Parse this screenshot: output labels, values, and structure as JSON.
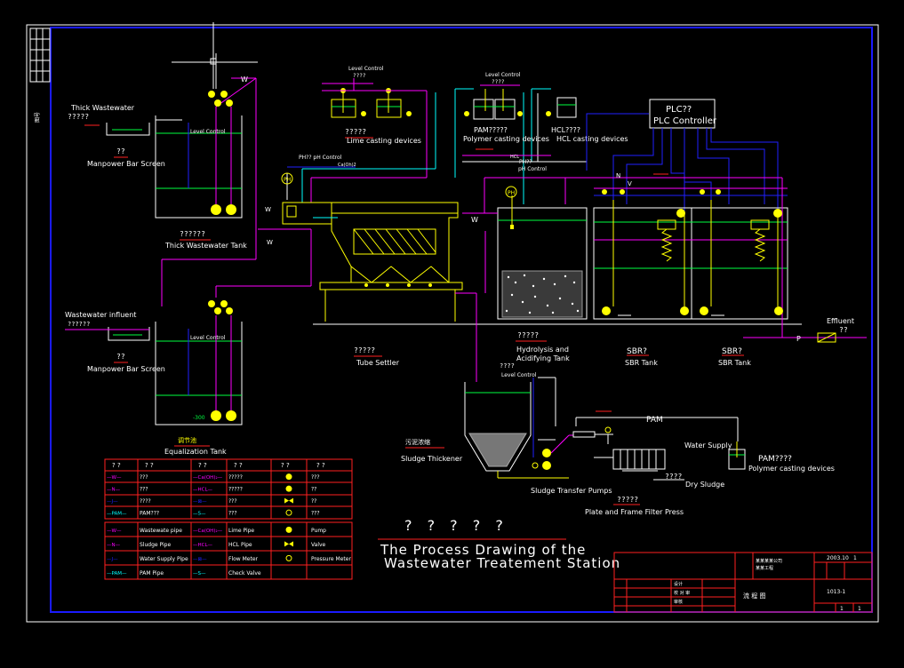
{
  "title": {
    "cn": "? ? ? ? ?",
    "line1": "The Process Drawing of the",
    "line2": "Wastewater Treatement Station"
  },
  "units": {
    "thick_cn": "?????",
    "thick_en": "Thick Wastewater",
    "screen1_cn": "??",
    "screen1_en": "Manpower Bar Screen",
    "thick_tank_cn": "??????",
    "thick_tank_en": "Thick Wastewater Tank",
    "influent_en": "Wastewater influent",
    "influent_cn": "??????",
    "screen2_cn": "??",
    "screen2_en": "Manpower Bar Screen",
    "eq_tank_cn": "调节池",
    "eq_tank_en": "Equalization Tank",
    "level_control": "Level Control",
    "lime_level_cn": "????",
    "lime_cn": "?????",
    "lime_en": "Lime casting devices",
    "pam_top": "PAM?????",
    "polymer_en": "Polymer casting devices",
    "hcl_top": "HCL????",
    "hcl_en": "HCL casting devices",
    "plc_cn": "PLC??",
    "plc_en": "PLC Controller",
    "ph_control_1": "PH?? pH Control",
    "ph_control_2": "pH Control",
    "ph_short": "PH??",
    "hcl_pipe": "HCL",
    "tube_cn": "?????",
    "tube_en": "Tube Settler",
    "hydro_cn": "?????",
    "hydro_en1": "Hydrolysis and",
    "hydro_en2": "Acidifying Tank",
    "sbr1_cn": "SBR?",
    "sbr1_en": "SBR Tank",
    "sbr2_cn": "SBR?",
    "sbr2_en": "SBR Tank",
    "effluent_en": "Effluent",
    "effluent_cn": "??",
    "thickener_cn": "污泥浓缩",
    "thickener_en": "Sludge Thickener",
    "thickener_level_cn": "????",
    "transfer_en": "Sludge Transfer Pumps",
    "pam_line": "PAM",
    "water_supply": "Water Supply",
    "pam_right": "PAM????",
    "polymer_right": "Polymer casting devices",
    "dry_sludge_cn": "????",
    "dry_sludge_en": "Dry Sludge",
    "press_cn": "?????",
    "press_en": "Plate and Frame Filter Press",
    "level_control_top": "Level Control",
    "pipe_w": "W",
    "pipe_n": "N",
    "pipe_v": "V",
    "pipe_p": "P",
    "ph_symbol": "PH",
    "pipe_cao": "Ca(Oh)2",
    "level_small": "????",
    "eq_level_mark": "-300"
  },
  "legend_top": {
    "header": [
      "? ?",
      "? ?",
      "? ?",
      "? ?",
      "? ?",
      "? ?"
    ],
    "rows": [
      [
        "—W—",
        "???",
        "—Ca(OH)₂—",
        "?????",
        "pump-icon",
        "???"
      ],
      [
        "—N—",
        "???",
        "—HCL—",
        "?????",
        "pump-icon",
        "??"
      ],
      [
        "—J—",
        "????",
        "—⊠—",
        "???",
        "valve-icon",
        "??"
      ],
      [
        "—PAM—",
        "PAM???",
        "—S—",
        "???",
        "gauge-icon",
        "???"
      ]
    ]
  },
  "legend_bottom": {
    "rows": [
      [
        "—W—",
        "Wastewate pipe",
        "—Ca(OH)₂—",
        "Lime Pipe",
        "pump-icon",
        "Pump"
      ],
      [
        "—N—",
        "Sludge Pipe",
        "—HCL—",
        "HCL Pipe",
        "valve-icon",
        "Valve"
      ],
      [
        "—J—",
        "Water Supply Pipe",
        "—⊠—",
        "Flow Meter",
        "gauge-icon",
        "Pressure Meter"
      ],
      [
        "—PAM—",
        "PAM Pipe",
        "—S—",
        "Check Valve",
        "",
        ""
      ]
    ]
  },
  "title_block": {
    "date": "2003.10",
    "sheet": "1",
    "drawing_no": "1013-1",
    "name_cn": "流 程 图",
    "c1": "设计",
    "c2": "校 对 审",
    "c3": "审核",
    "page": "1",
    "of": "1",
    "company": "某某某某公司",
    "project": "某某工程"
  },
  "colors": {
    "yellow": "#ffff00",
    "magenta": "#ff00ff",
    "cyan": "#00ffff",
    "red": "#ff2020",
    "green": "#00ff40",
    "white": "#ffffff",
    "blue": "#2020ff",
    "frame": "#1a1aff"
  }
}
